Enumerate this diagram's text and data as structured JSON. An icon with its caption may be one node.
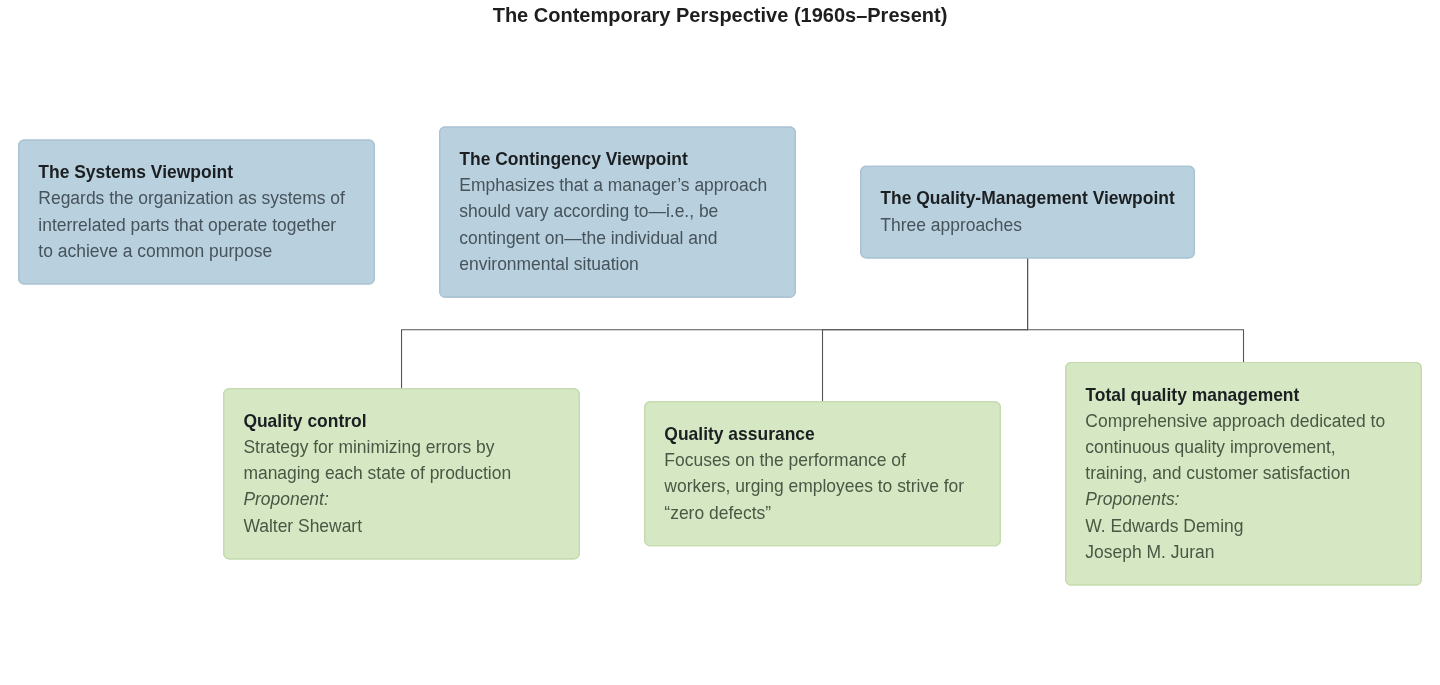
{
  "diagram": {
    "title": "The Contemporary Perspective (1960s–Present)",
    "nodes": [
      {
        "text": [
          "The Systems Viewpoint",
          "Regards the organization as systems of interrelated parts that operate together to achieve a common purpose"
        ]
      },
      {
        "text": [
          "The Contingency Viewpoint",
          "Emphasizes that a manager’s approach should vary according to—i.e., be contingent on—the individual and environmental situation"
        ]
      },
      {
        "text": [
          "The Quality-Management Viewpoint",
          "Three approaches"
        ]
      },
      {
        "text": [
          "Quality control",
          "Strategy for minimizing errors by managing each state of production",
          "Proponent:",
          "Walter Shewart"
        ]
      },
      {
        "text": [
          "Quality assurance",
          "Focuses on the performance of workers, urging employees to strive for “zero defects”"
        ]
      },
      {
        "text": [
          "Total quality management",
          "Comprehensive approach dedicated to continuous quality improvement, training, and customer satisfaction",
          "Proponents:",
          "W. Edwards Deming",
          "Joseph M. Juran"
        ]
      }
    ],
    "edges": [
      {
        "from": 2,
        "to": 3,
        "arrow": "none"
      },
      {
        "from": 2,
        "to": 4,
        "arrow": "none"
      },
      {
        "from": 2,
        "to": 5,
        "arrow": "none"
      }
    ]
  }
}
